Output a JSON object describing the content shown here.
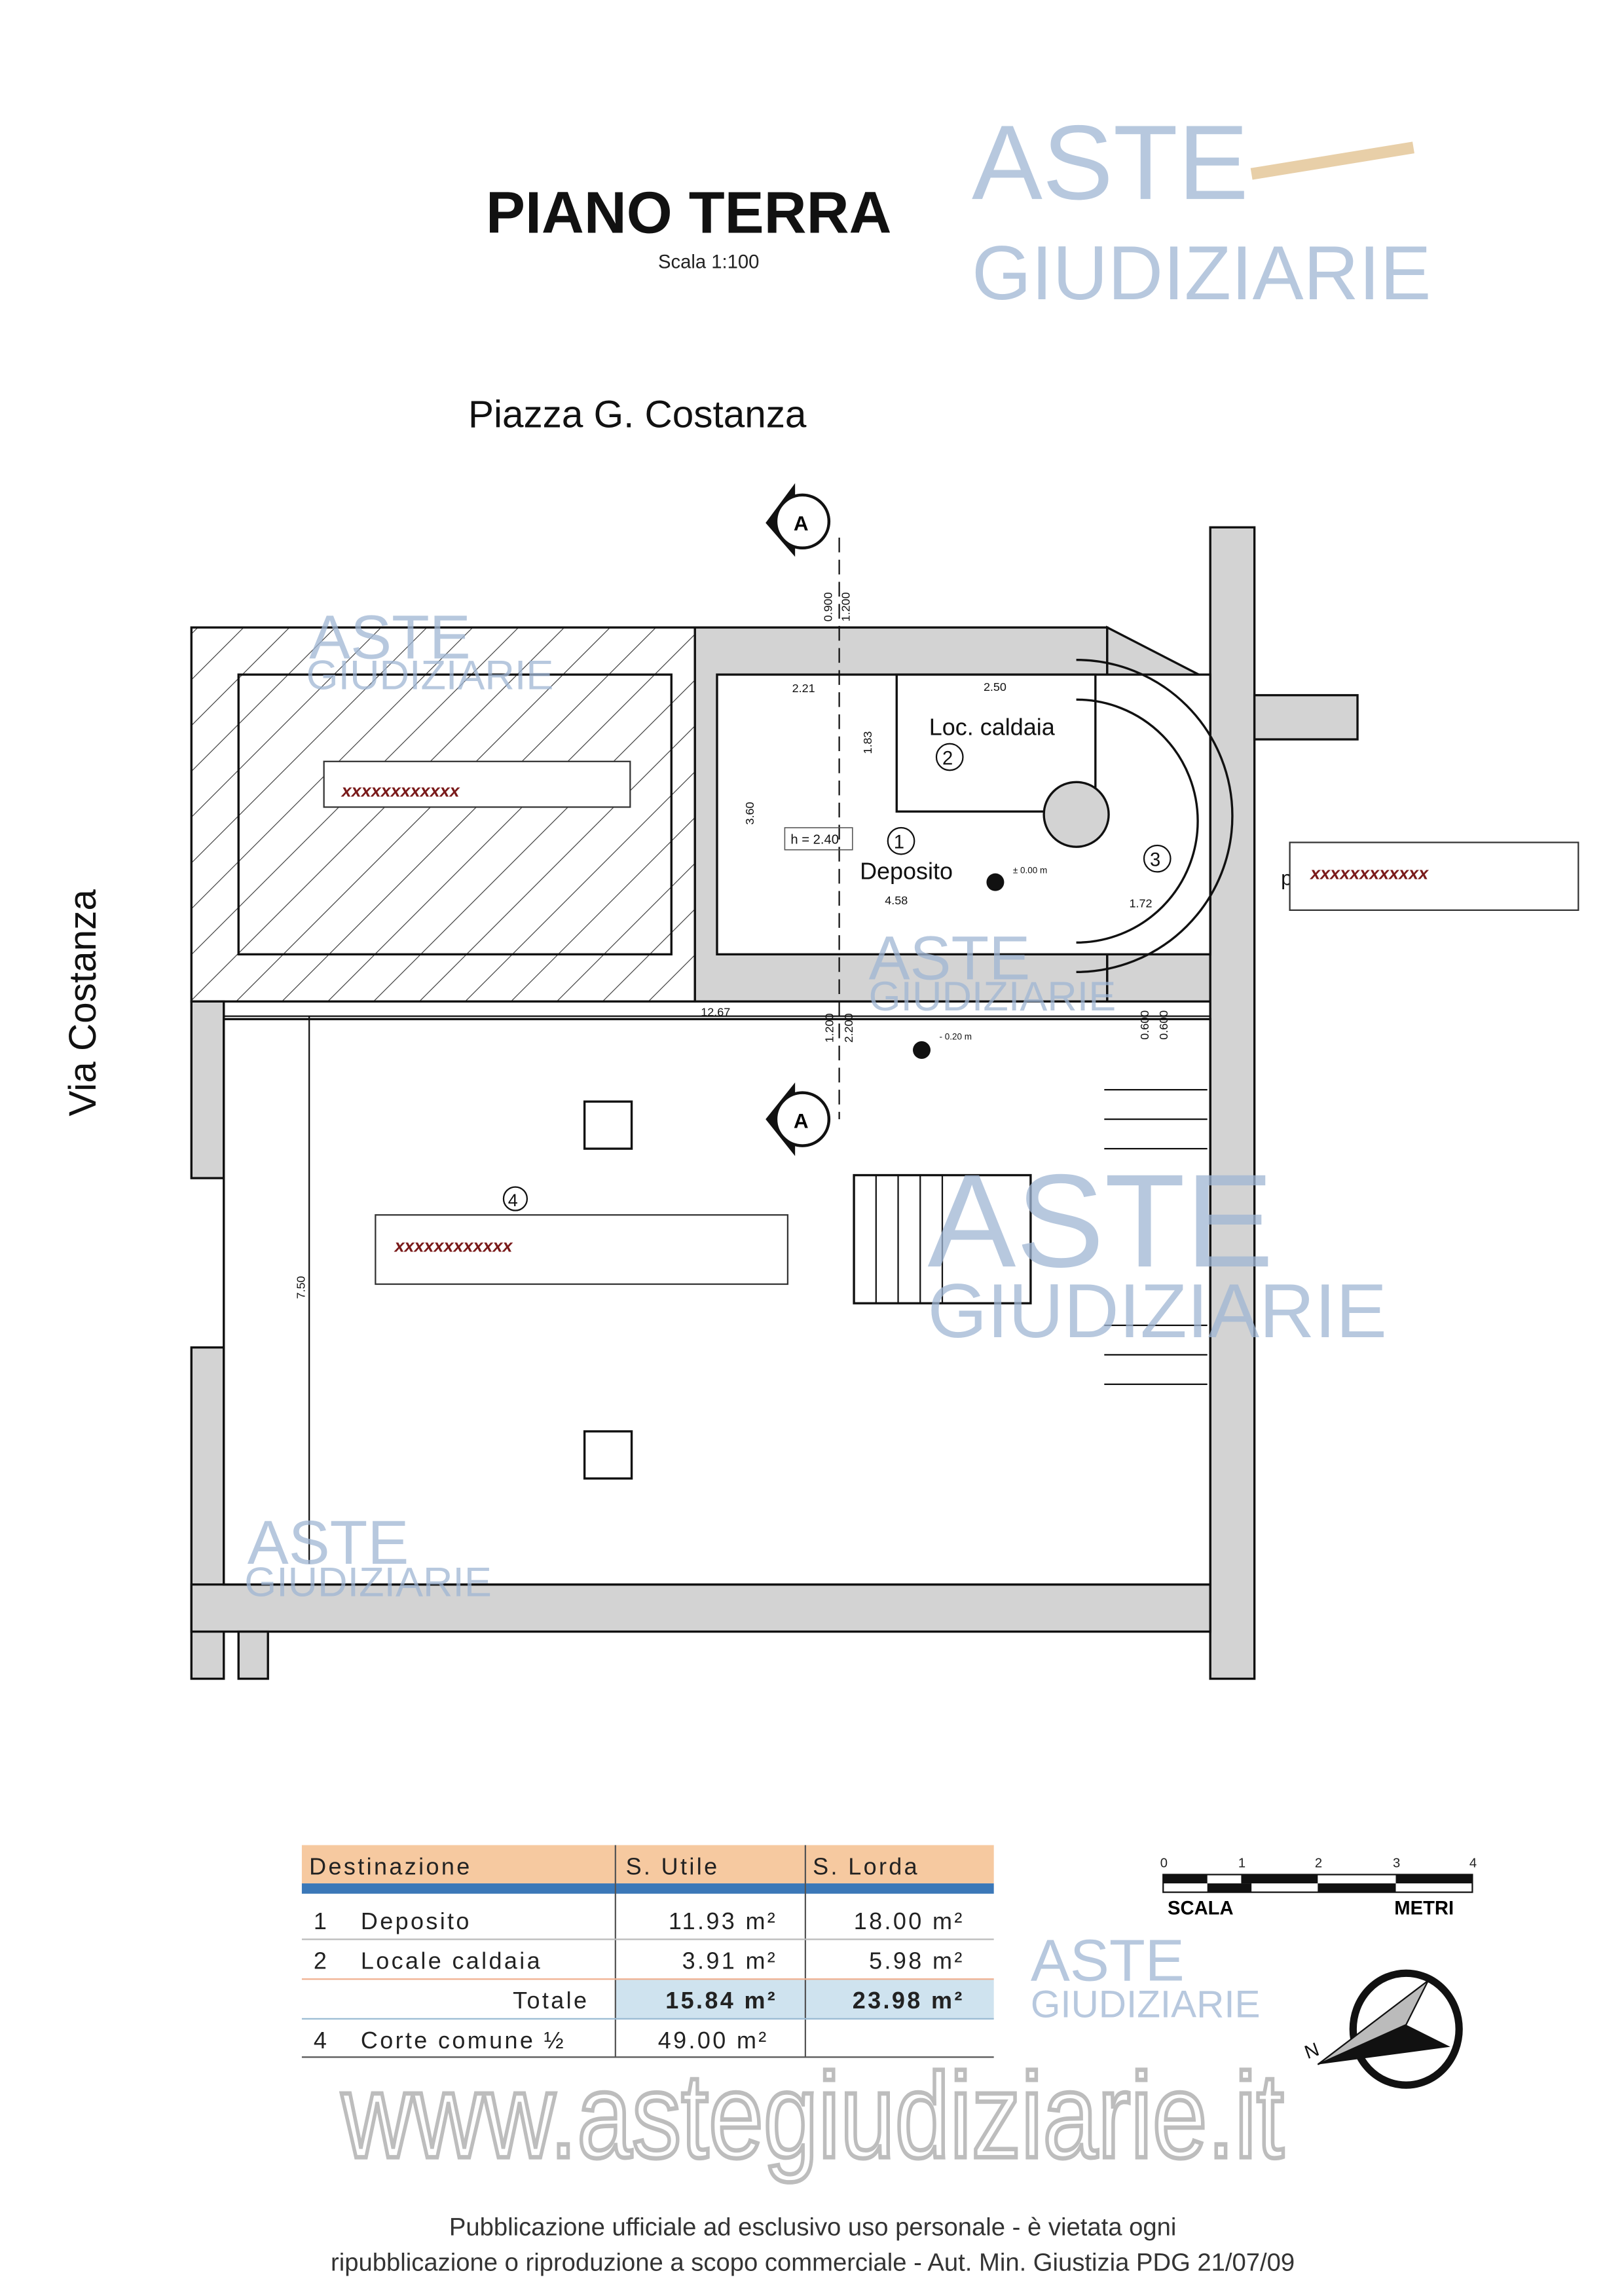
{
  "header": {
    "title": "PIANO TERRA",
    "scale": "Scala 1:100"
  },
  "streets": {
    "top": "Piazza G. Costanza",
    "left": "Via Costanza"
  },
  "watermark": {
    "line1": "ASTE",
    "line2": "GIUDIZIARIE",
    "site": "www.astegiudiziarie.it"
  },
  "plan": {
    "section_marker": "A",
    "rooms": [
      {
        "num": "1",
        "name": "Deposito"
      },
      {
        "num": "2",
        "name": "Loc. caldaia"
      },
      {
        "num": "3",
        "name": ""
      },
      {
        "num": "4",
        "name": ""
      }
    ],
    "redacted_labels": [
      "xxxxxxxxxxxx",
      "xxxxxxxxxxxx",
      "xxxxxxxxxxxx"
    ],
    "height_label": "h = 2.40",
    "levels": [
      "± 0.00 m",
      "- 0.20 m"
    ],
    "dimensions": {
      "d221": "2.21",
      "d250": "2.50",
      "d183": "1.83",
      "d360": "3.60",
      "d458": "4.58",
      "d172": "1.72",
      "d1267": "12.67",
      "d750": "7.50",
      "d0900": "0.900",
      "d1200a": "1.200",
      "d1200b": "1.200",
      "d2200": "2.200",
      "d0600a": "0.600",
      "d0600b": "0.600"
    },
    "stray_letter": "p"
  },
  "table": {
    "headers": [
      "Destinazione",
      "S. Utile",
      "S. Lorda"
    ],
    "rows": [
      {
        "num": "1",
        "name": "Deposito",
        "utile": "11.93 m²",
        "lorda": "18.00 m²"
      },
      {
        "num": "2",
        "name": "Locale caldaia",
        "utile": "3.91 m²",
        "lorda": "5.98 m²"
      }
    ],
    "total": {
      "label": "Totale",
      "utile": "15.84 m²",
      "lorda": "23.98 m²"
    },
    "extra": {
      "num": "4",
      "name": "Corte comune ½",
      "utile": "49.00 m²"
    },
    "colors": {
      "header": "#f6c9a0",
      "bar": "#3b78b8",
      "total": "#cfe3ef"
    }
  },
  "scale_bar": {
    "ticks": [
      "0",
      "1",
      "2",
      "3",
      "4"
    ],
    "label_left": "SCALA",
    "label_right": "METRI"
  },
  "compass": {
    "north": "N"
  },
  "footer": {
    "line1": "Pubblicazione ufficiale ad esclusivo uso personale - è vietata ogni",
    "line2": "ripubblicazione o riproduzione a scopo commerciale - Aut. Min. Giustizia PDG 21/07/09"
  }
}
